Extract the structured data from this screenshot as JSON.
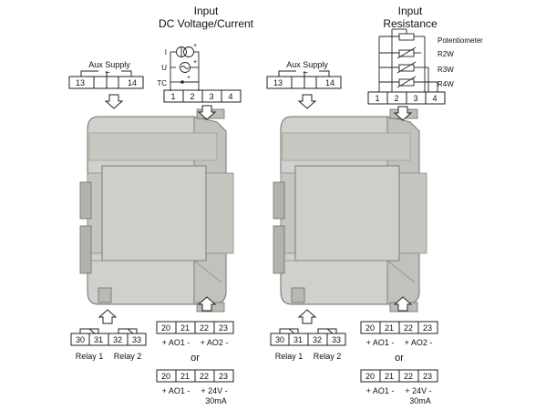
{
  "left": {
    "title_line1": "Input",
    "title_line2": "DC Voltage/Current",
    "aux_label": "Aux Supply",
    "aux_terminals": [
      "13",
      "14"
    ],
    "aux_symbol": "~",
    "source_labels": [
      "I",
      "U",
      "TC"
    ],
    "input_terminals": [
      "1",
      "2",
      "3",
      "4"
    ],
    "relay_terminals": [
      "30",
      "31",
      "32",
      "33"
    ],
    "relay_labels": [
      "Relay 1",
      "Relay 2"
    ],
    "ao_terminals": [
      "20",
      "21",
      "22",
      "23"
    ],
    "ao_labels": [
      "+ AO1 -",
      "+ AO2 -"
    ],
    "or_text": "or",
    "alt_terminals": [
      "20",
      "21",
      "22",
      "23"
    ],
    "alt_labels": [
      "+ AO1 -",
      "+ 24V -"
    ],
    "alt_sub": "30mA"
  },
  "right": {
    "title_line1": "Input",
    "title_line2": "Resistance",
    "aux_label": "Aux Supply",
    "aux_terminals": [
      "13",
      "14"
    ],
    "aux_symbol": "~",
    "resistance_labels": [
      "Potentiometer",
      "R2W",
      "R3W",
      "R4W"
    ],
    "input_terminals": [
      "1",
      "2",
      "3",
      "4"
    ],
    "relay_terminals": [
      "30",
      "31",
      "32",
      "33"
    ],
    "relay_labels": [
      "Relay 1",
      "Relay 2"
    ],
    "ao_terminals": [
      "20",
      "21",
      "22",
      "23"
    ],
    "ao_labels": [
      "+ AO1 -",
      "+ AO2 -"
    ],
    "or_text": "or",
    "alt_terminals": [
      "20",
      "21",
      "22",
      "23"
    ],
    "alt_labels": [
      "+ AO1 -",
      "+ 24V -"
    ],
    "alt_sub": "30mA"
  },
  "colors": {
    "housing_fill": "#d0d0cc",
    "housing_dark": "#b3b3ae",
    "housing_stroke": "#6e6e6a",
    "line": "#222222"
  }
}
